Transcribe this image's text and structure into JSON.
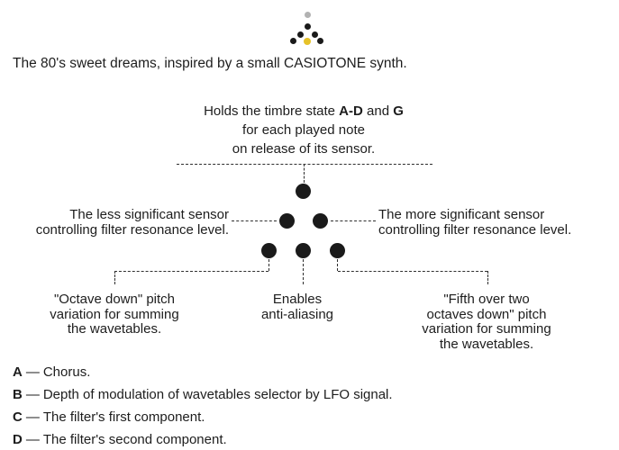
{
  "intro": "The 80's sweet dreams, inspired by a small CASIOTONE synth.",
  "colors": {
    "ink": "#1d1d1d",
    "dot": "#1a1a1a",
    "line": "#2e2e2e",
    "accent_yellow": "#e6c229",
    "muted_gray": "#b2b2b2"
  },
  "mini_icon": {
    "name": "sensor-pads-icon"
  },
  "top_label": {
    "l1_t1": "Holds the timbre state ",
    "l1_b1": "A-D",
    "l1_t2": " and ",
    "l1_b2": "G",
    "rest": "for each played note\non release of its sensor."
  },
  "left_label": "The less significant sensor\ncontrolling filter resonance level.",
  "right_label": "The more significant sensor\ncontrolling filter resonance level.",
  "bottom_left_label": "\"Octave down\" pitch\nvariation for summing\nthe wavetables.",
  "bottom_center_label": "Enables\nanti-aliasing",
  "bottom_right_label": "\"Fifth over two\noctaves down\" pitch\nvariation for summing\nthe wavetables.",
  "legend_sep": "—",
  "legend": [
    {
      "key": "A",
      "text": "Chorus."
    },
    {
      "key": "B",
      "text": "Depth of modulation of wavetables selector by LFO signal."
    },
    {
      "key": "C",
      "text": "The filter's first component."
    },
    {
      "key": "D",
      "text": "The filter's second component."
    }
  ]
}
